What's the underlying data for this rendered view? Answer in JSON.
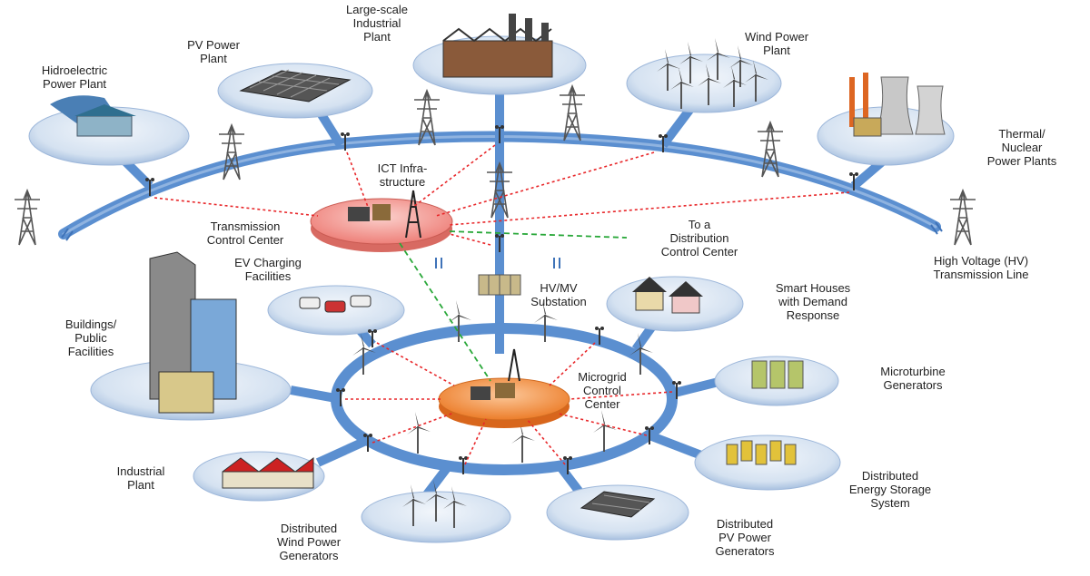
{
  "labels": {
    "large_industrial": "Large-scale\nIndustrial\nPlant",
    "wind_power_plant": "Wind Power\nPlant",
    "pv_power_plant": "PV Power\nPlant",
    "hydro_plant": "Hidroelectric\nPower Plant",
    "thermal_nuclear": "Thermal/\nNuclear\nPower Plants",
    "ict": "ICT Infra-\nstructure",
    "transmission_cc": "Transmission\nControl Center",
    "to_distribution": "To a\nDistribution\nControl Center",
    "hv_line": "High Voltage (HV)\nTransmission Line",
    "ev_charging": "EV Charging\nFacilities",
    "substation": "HV/MV\nSubstation",
    "smart_houses": "Smart Houses\nwith Demand\nResponse",
    "buildings": "Buildings/\nPublic\nFacilities",
    "microturbine": "Microturbine\nGenerators",
    "microgrid_cc": "Microgrid\nControl\nCenter",
    "industrial_plant": "Industrial\nPlant",
    "storage": "Distributed\nEnergy Storage\nSystem",
    "dist_wind": "Distributed\nWind Power\nGenerators",
    "dist_pv": "Distributed\nPV Power\nGenerators"
  },
  "colors": {
    "line_blue": "#5b8fd0",
    "line_blue_dark": "#3f73b8",
    "platform_light": "#dfe9f5",
    "platform_mid": "#b9cde6",
    "transmission_cc_fill": "#f08a84",
    "microgrid_cc_fill": "#ef8a3a",
    "comm_red": "#e8272a",
    "comm_green": "#2aa83a",
    "tower_gray": "#555555"
  },
  "icons": [
    "transmission-tower-icon",
    "wind-turbine-icon",
    "pv-panel-icon",
    "factory-icon",
    "house-icon",
    "battery-icon",
    "microturbine-icon",
    "ev-car-icon",
    "building-icon",
    "cooling-tower-icon",
    "antenna-icon",
    "operator-desk-icon"
  ]
}
